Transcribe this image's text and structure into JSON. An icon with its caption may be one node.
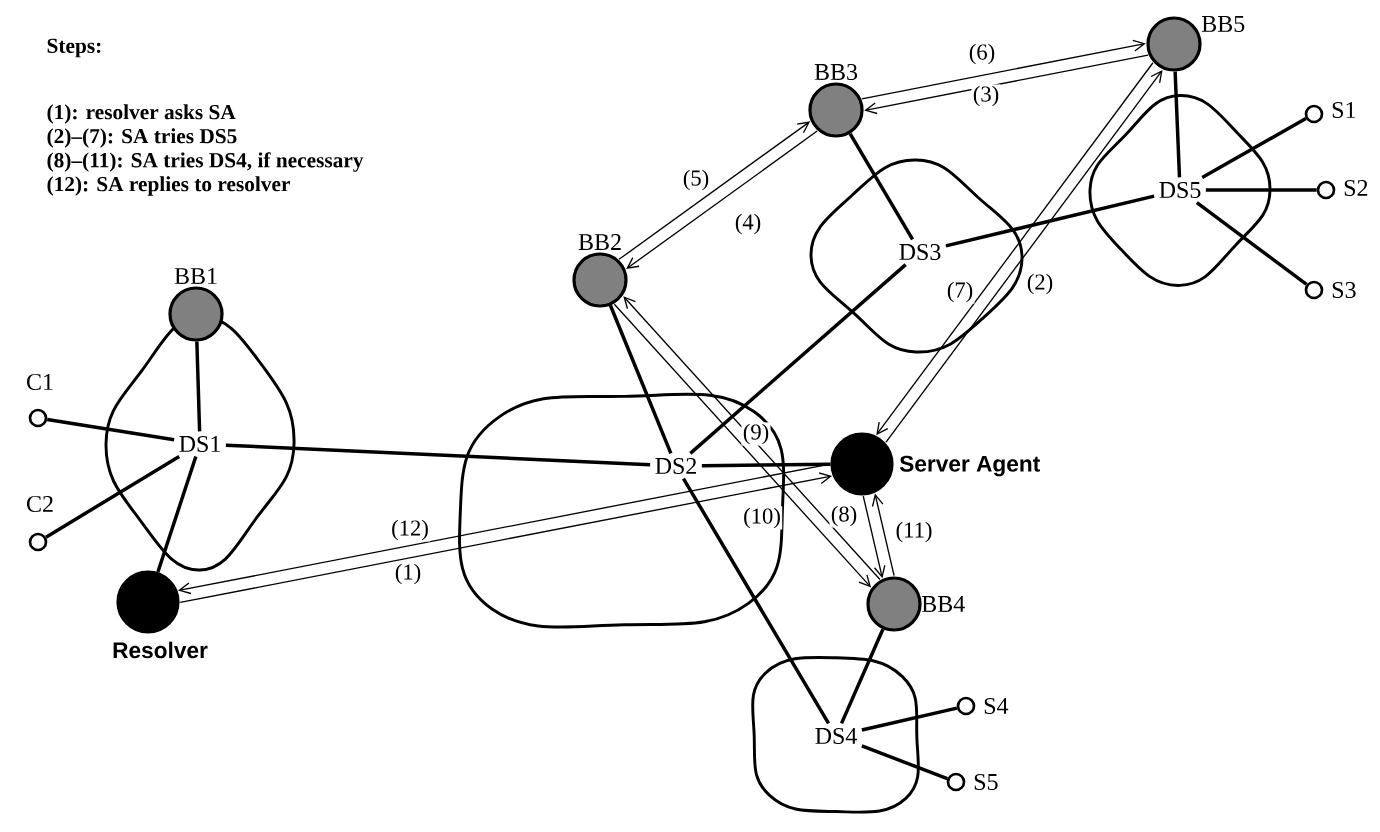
{
  "diagram": {
    "nodes": [
      {
        "text": [
          "DS1"
        ]
      },
      {
        "text": [
          "DS2"
        ]
      },
      {
        "text": [
          "DS3"
        ]
      },
      {
        "text": [
          "DS4"
        ]
      },
      {
        "text": [
          "DS5"
        ]
      },
      {
        "text": [],
        "shape": "circle",
        "beside": [
          "BB1"
        ]
      },
      {
        "text": [],
        "shape": "circle",
        "beside": [
          "BB2"
        ]
      },
      {
        "text": [],
        "shape": "circle",
        "beside": [
          "BB3"
        ]
      },
      {
        "text": [],
        "shape": "circle",
        "beside": [
          "BB4"
        ]
      },
      {
        "text": [],
        "shape": "circle",
        "beside": [
          "BB5"
        ]
      },
      {
        "text": [],
        "shape": "circle",
        "beside": [
          "Resolver"
        ]
      },
      {
        "text": [],
        "shape": "circle",
        "beside": [
          "Server Agent"
        ]
      },
      {
        "text": [],
        "shape": "circle",
        "beside": [
          "C1"
        ]
      },
      {
        "text": [],
        "shape": "circle",
        "beside": [
          "C2"
        ]
      },
      {
        "text": [],
        "shape": "circle",
        "beside": [
          "S1"
        ]
      },
      {
        "text": [],
        "shape": "circle",
        "beside": [
          "S2"
        ]
      },
      {
        "text": [],
        "shape": "circle",
        "beside": [
          "S3"
        ]
      },
      {
        "text": [],
        "shape": "circle",
        "beside": [
          "S4"
        ]
      },
      {
        "text": [],
        "shape": "circle",
        "beside": [
          "S5"
        ]
      }
    ],
    "edges": [
      {
        "from": 5,
        "to": 0,
        "arrow": "none"
      },
      {
        "from": 12,
        "to": 0,
        "arrow": "none"
      },
      {
        "from": 13,
        "to": 0,
        "arrow": "none"
      },
      {
        "from": 10,
        "to": 0,
        "arrow": "none"
      },
      {
        "from": 0,
        "to": 1,
        "arrow": "none"
      },
      {
        "from": 6,
        "to": 1,
        "arrow": "none"
      },
      {
        "from": 1,
        "to": 2,
        "arrow": "none"
      },
      {
        "from": 1,
        "to": 11,
        "arrow": "none"
      },
      {
        "from": 1,
        "to": 3,
        "arrow": "none"
      },
      {
        "from": 7,
        "to": 2,
        "arrow": "none"
      },
      {
        "from": 2,
        "to": 4,
        "arrow": "none"
      },
      {
        "from": 9,
        "to": 4,
        "arrow": "none"
      },
      {
        "from": 4,
        "to": 14,
        "arrow": "none"
      },
      {
        "from": 4,
        "to": 15,
        "arrow": "none"
      },
      {
        "from": 4,
        "to": 16,
        "arrow": "none"
      },
      {
        "from": 8,
        "to": 3,
        "arrow": "none"
      },
      {
        "from": 3,
        "to": 17,
        "arrow": "none"
      },
      {
        "from": 3,
        "to": 18,
        "arrow": "none"
      },
      {
        "from": 10,
        "to": 11,
        "arrow": "to",
        "label": "(1)"
      },
      {
        "from": 11,
        "to": 10,
        "arrow": "to",
        "label": "(12)"
      },
      {
        "from": 11,
        "to": 9,
        "arrow": "to",
        "label": "(2)"
      },
      {
        "from": 9,
        "to": 7,
        "arrow": "to",
        "label": "(3)"
      },
      {
        "from": 7,
        "to": 6,
        "arrow": "to",
        "label": "(4)"
      },
      {
        "from": 6,
        "to": 7,
        "arrow": "to",
        "label": "(5)"
      },
      {
        "from": 7,
        "to": 9,
        "arrow": "to",
        "label": "(6)"
      },
      {
        "from": 9,
        "to": 11,
        "arrow": "to",
        "label": "(7)"
      },
      {
        "from": 11,
        "to": 8,
        "arrow": "to",
        "label": "(8)"
      },
      {
        "from": 8,
        "to": 6,
        "arrow": "to",
        "label": "(9)"
      },
      {
        "from": 6,
        "to": 8,
        "arrow": "to",
        "label": "(10)"
      },
      {
        "from": 8,
        "to": 11,
        "arrow": "to",
        "label": "(11)"
      }
    ],
    "labels": [
      "Steps:",
      "(1): resolver asks SA",
      "(2)–(7): SA tries DS5",
      "(8)–(11): SA tries DS4, if necessary",
      "(12): SA replies to resolver"
    ]
  }
}
